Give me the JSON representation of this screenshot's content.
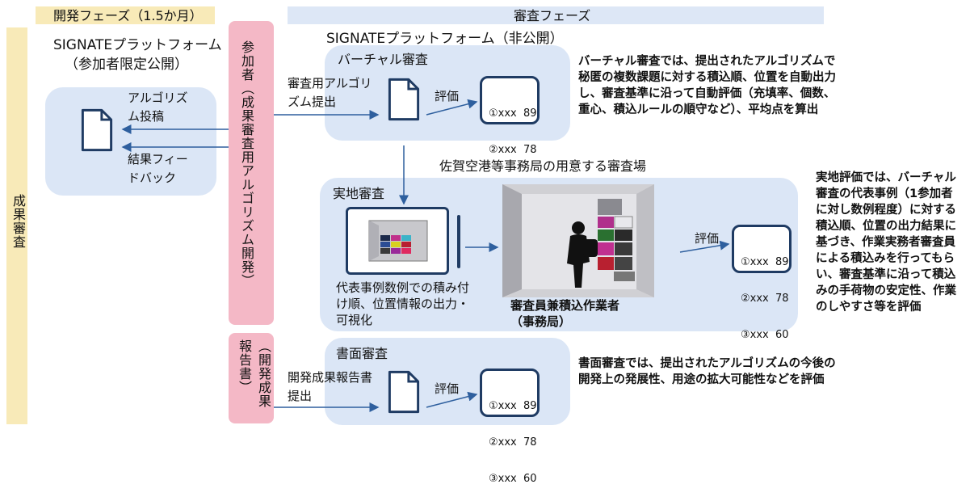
{
  "phases": {
    "dev_label": "開発フェーズ（1.5か月）",
    "review_label": "審査フェーズ",
    "side_label": "成果審査"
  },
  "platform": {
    "public": "SIGNATEプラットフォーム",
    "public_sub": "（参加者限定公開）",
    "private": "SIGNATEプラットフォーム（非公開）"
  },
  "participant_box": {
    "top": "参加者（成果審査用アルゴリズム開発）",
    "bottom": "（開発成果報告書）"
  },
  "dev_panel": {
    "post_label": "アルゴリズム投稿",
    "feedback_label": "結果フィードバック"
  },
  "virtual": {
    "title": "バーチャル審査",
    "submit_label": "審査用アルゴリズム提出",
    "eval_label": "評価",
    "description": "バーチャル審査では、提出されたアルゴリズムで秘匿の複数課題に対する積込順、位置を自動出力し、審査基準に沿って自動評価（充填率、個数、重心、積込ルールの順守など）、平均点を算出"
  },
  "field": {
    "venue_label": "佐賀空港等事務局の用意する審査場",
    "title": "実地審査",
    "caption": "代表事例数例での積み付け順、位置情報の出力・可視化",
    "worker_label": "審査員兼積込作業者（事務局）",
    "eval_label": "評価",
    "description": "実地評価では、バーチャル審査の代表事例（1参加者に対し数例程度）に対する積込順、位置の出力結果に基づき、作業実務者審査員による積込みを行ってもらい、審査基準に沿って積込みの手荷物の安定性、作業のしやすさ等を評価"
  },
  "document": {
    "title": "書面審査",
    "submit_label": "開発成果報告書提出",
    "eval_label": "評価",
    "description": "書面審査では、提出されたアルゴリズムの今後の開発上の発展性、用途の拡大可能性などを評価"
  },
  "scores": {
    "line1": "①xxx  89",
    "line2": "②xxx  78",
    "line3": "③xxx  60"
  },
  "colors": {
    "panel": "#dbe6f6",
    "pink": "#f4b8c6",
    "gold": "#f8eab8",
    "navy": "#1f3b63",
    "arrow": "#2e5f9e"
  }
}
